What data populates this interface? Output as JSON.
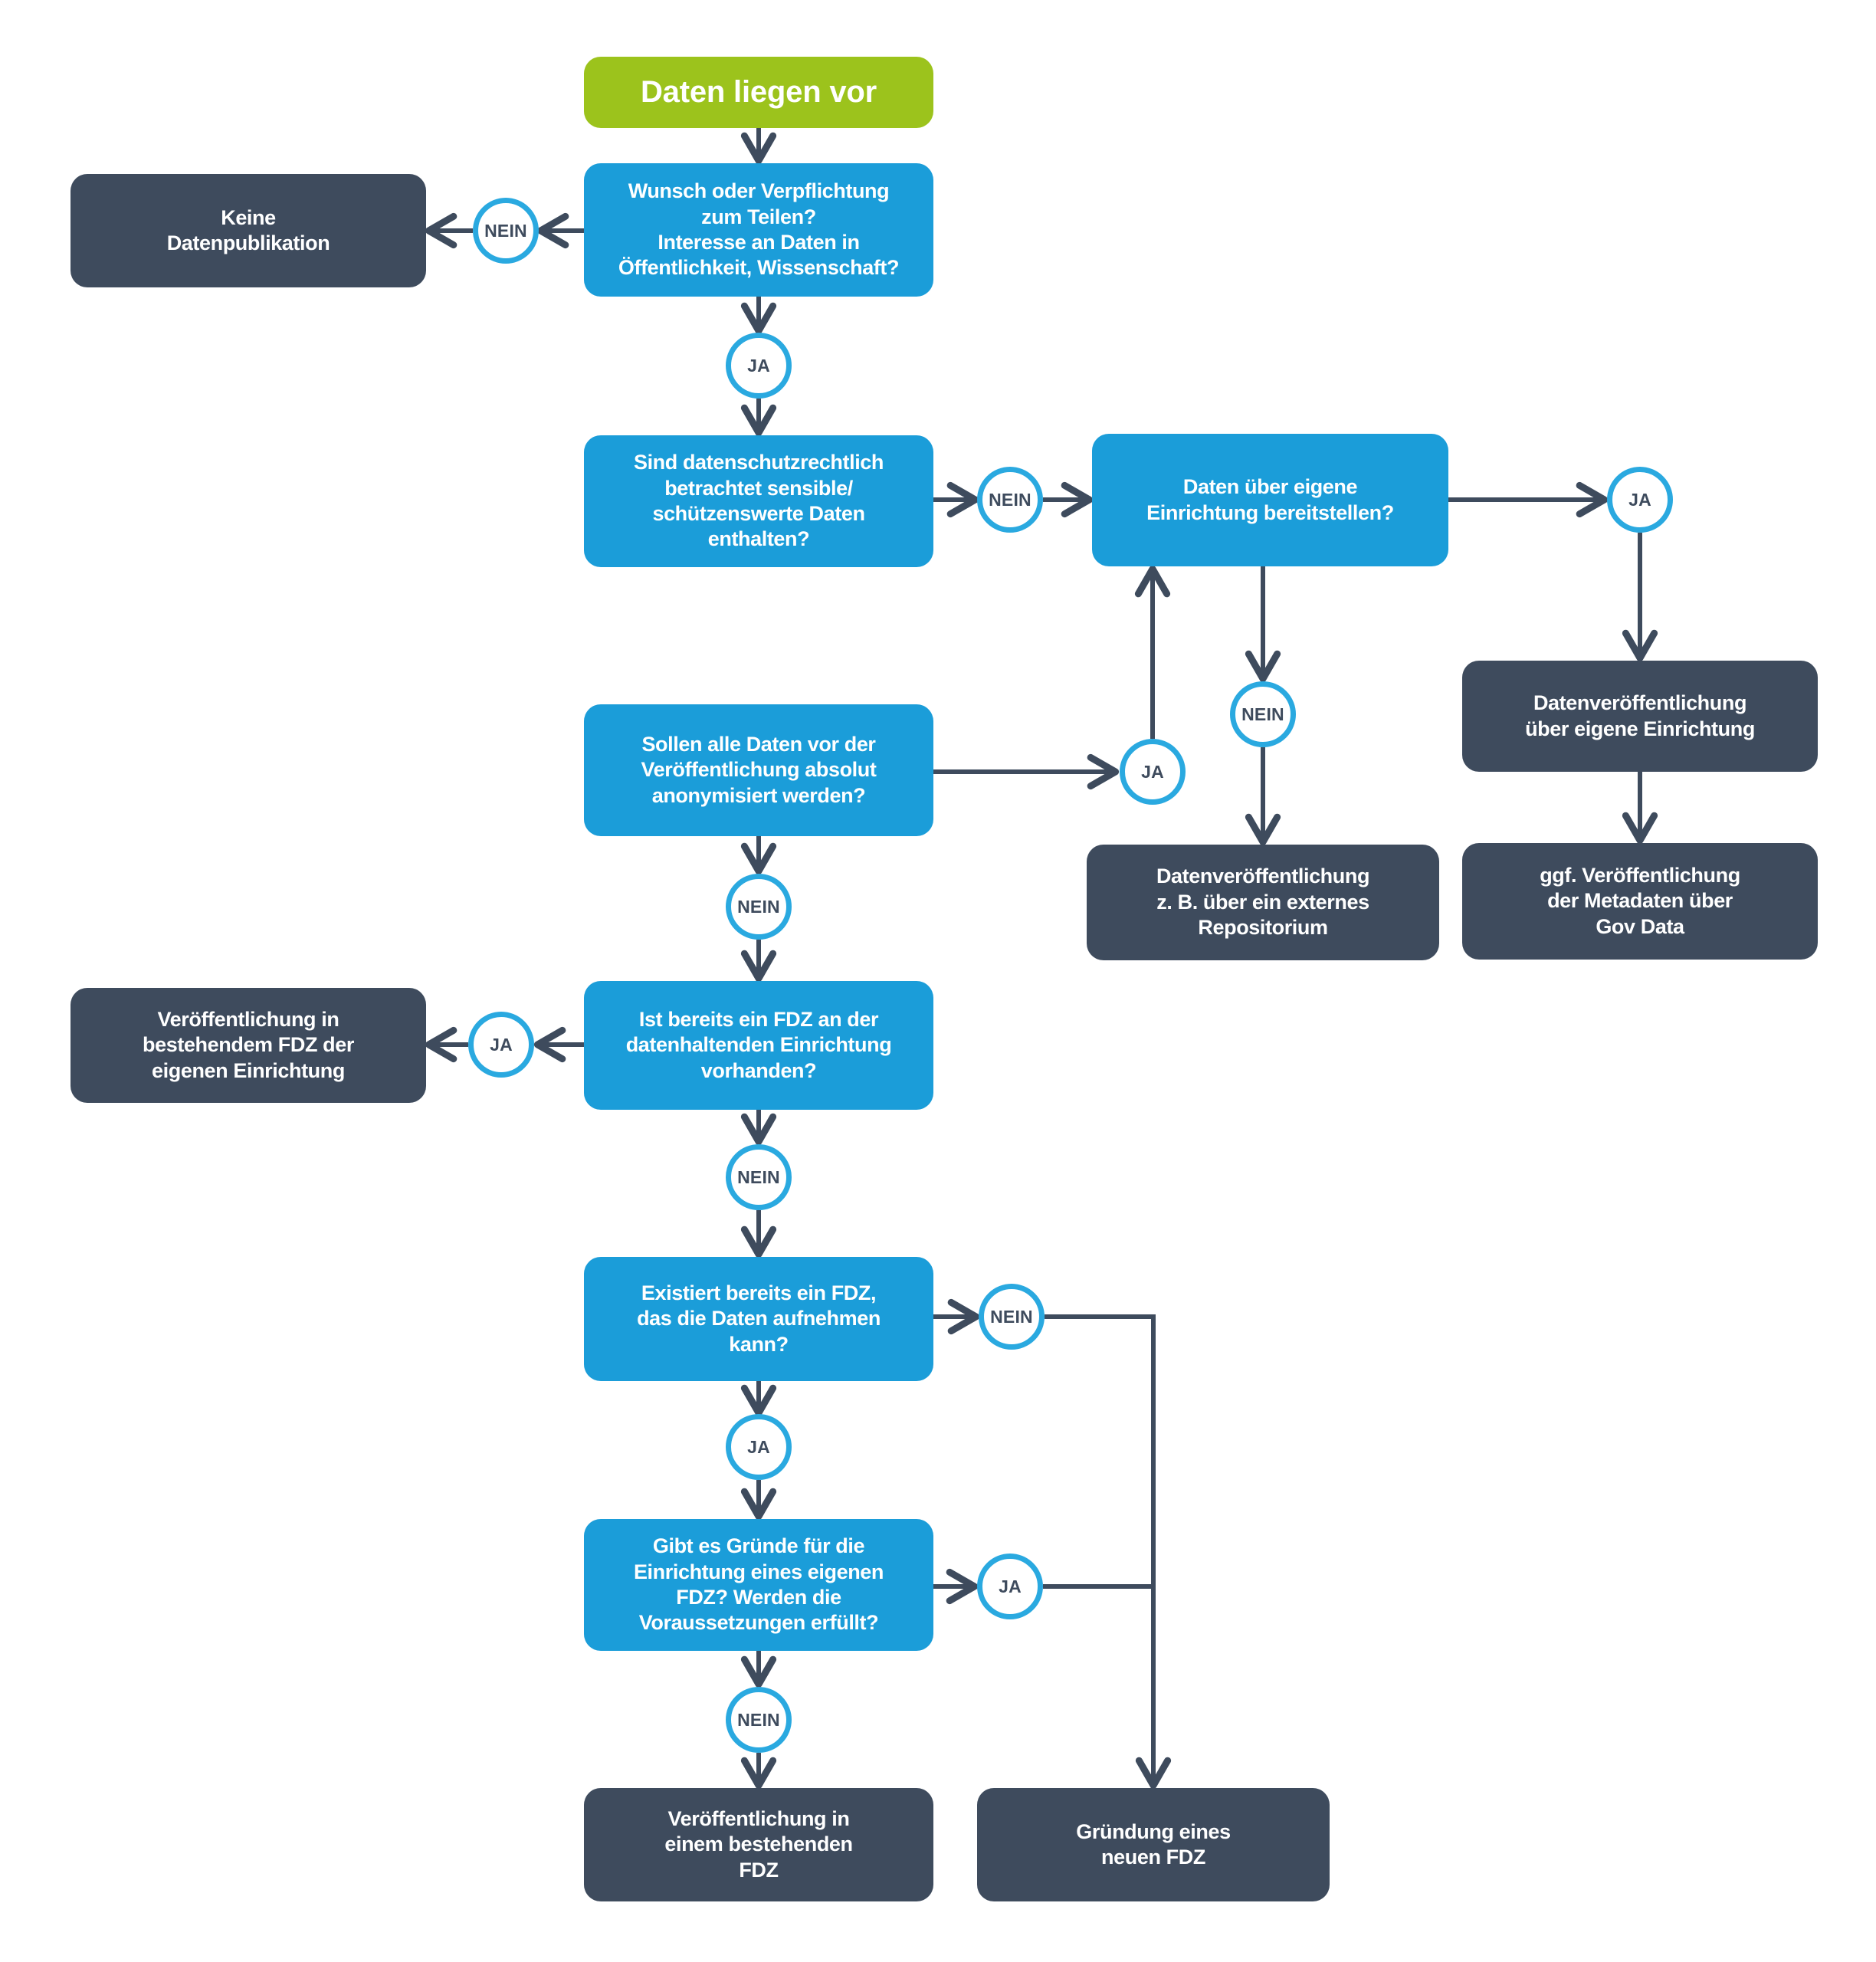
{
  "diagram": {
    "background": "#ffffff",
    "colors": {
      "start_green": "#9cc31c",
      "question_blue": "#1b9dd9",
      "terminal_dark": "#3e4b5d",
      "connector": "#3e4b5d",
      "badge_ring": "#2aa9e0"
    },
    "nodes": {
      "start": {
        "label": "Daten liegen vor"
      },
      "q_share": {
        "label": "Wunsch oder Verpflichtung\nzum Teilen?\nInteresse an Daten in\nÖffentlichkeit, Wissenschaft?"
      },
      "t_no_publication": {
        "label": "Keine\nDatenpublikation"
      },
      "q_sensitive": {
        "label": "Sind datenschutzrechtlich\nbetrachtet sensible/\nschützenswerte Daten\nenthalten?"
      },
      "q_own_institution": {
        "label": "Daten über eigene\nEinrichtung bereitstellen?"
      },
      "t_own_institution": {
        "label": "Datenveröffentlichung\nüber eigene Einrichtung"
      },
      "t_govdata": {
        "label": "ggf. Veröffentlichung\nder Metadaten über\nGov Data"
      },
      "q_anonymised": {
        "label": "Sollen alle Daten vor der\nVeröffentlichung absolut\nanonymisiert werden?"
      },
      "t_repository": {
        "label": "Datenveröffentlichung\nz. B. über ein externes\nRepositorium"
      },
      "q_fdz_at_institution": {
        "label": "Ist bereits ein FDZ an der\ndatenhaltenden Einrichtung\nvorhanden?"
      },
      "t_existing_fdz_own": {
        "label": "Veröffentlichung in\nbestehendem FDZ der\neigenen Einrichtung"
      },
      "q_fdz_exists": {
        "label": "Existiert bereits ein FDZ,\ndas die Daten aufnehmen\nkann?"
      },
      "q_reasons_new_fdz": {
        "label": "Gibt es Gründe für die\nEinrichtung eines eigenen\nFDZ? Werden die\nVoraussetzungen erfüllt?"
      },
      "t_existing_fdz": {
        "label": "Veröffentlichung in\neinem bestehenden\nFDZ"
      },
      "t_new_fdz": {
        "label": "Gründung eines\nneuen FDZ"
      }
    },
    "badges": {
      "n1": "NEIN",
      "j1": "JA",
      "n2": "NEIN",
      "j2": "JA",
      "j3": "JA",
      "n3": "NEIN",
      "n4": "NEIN",
      "j4": "JA",
      "n5": "NEIN",
      "n6": "NEIN",
      "j5": "JA",
      "j6": "JA",
      "n7": "NEIN"
    }
  }
}
